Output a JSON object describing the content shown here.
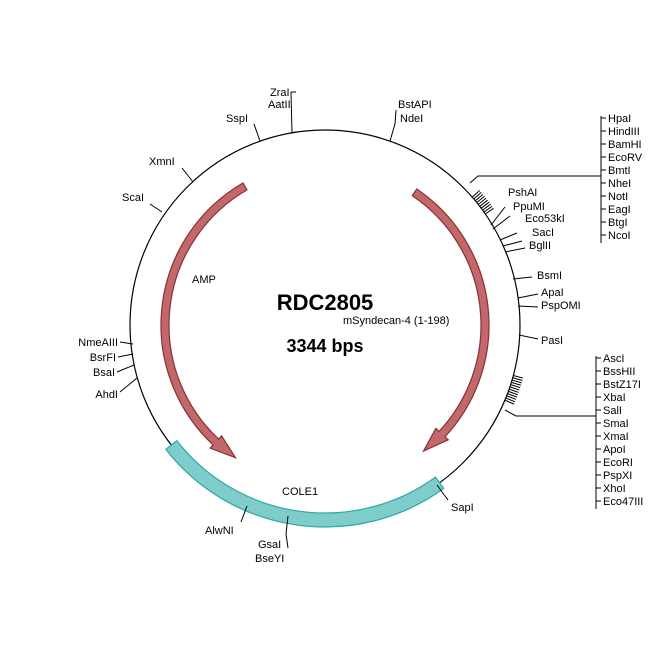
{
  "plasmid": {
    "name": "RDC2805",
    "size_label": "3344 bps"
  },
  "features": [
    {
      "id": "amp",
      "label": "AMP",
      "type": "arrow",
      "fill": "#c0686a",
      "stroke": "#8a3033"
    },
    {
      "id": "msyndecan",
      "label": "mSyndecan-4 (1-198)",
      "type": "arrow",
      "fill": "#c0686a",
      "stroke": "#8a3033"
    },
    {
      "id": "cole1",
      "label": "COLE1",
      "type": "bar",
      "fill": "#7ecdcb",
      "stroke": "#2ea8a6"
    }
  ],
  "sites": {
    "zrai": "ZraI",
    "aatii": "AatII",
    "sspi": "SspI",
    "xmni": "XmnI",
    "scai": "ScaI",
    "bstapi": "BstAPI",
    "ndei": "NdeI",
    "pshai": "PshAI",
    "ppumi": "PpuMI",
    "eco53ki": "Eco53kI",
    "saci": "SacI",
    "bglii": "BglII",
    "bsmi": "BsmI",
    "apai": "ApaI",
    "pspomi": "PspOMI",
    "pasi": "PasI",
    "sapi": "SapI",
    "bseyi": "BseYI",
    "gsai": "GsaI",
    "alwni": "AlwNI",
    "ahdi": "AhdI",
    "bsai": "BsaI",
    "bsrfi": "BsrFI",
    "nmeaiii": "NmeAIII"
  },
  "cluster_top": [
    "HpaI",
    "HindIII",
    "BamHI",
    "EcoRV",
    "BmtI",
    "NheI",
    "NotI",
    "EagI",
    "BtgI",
    "NcoI"
  ],
  "cluster_bottom": [
    "AscI",
    "BssHII",
    "BstZ17I",
    "XbaI",
    "SalI",
    "SmaI",
    "XmaI",
    "ApoI",
    "EcoRI",
    "PspXI",
    "XhoI",
    "Eco47III"
  ]
}
